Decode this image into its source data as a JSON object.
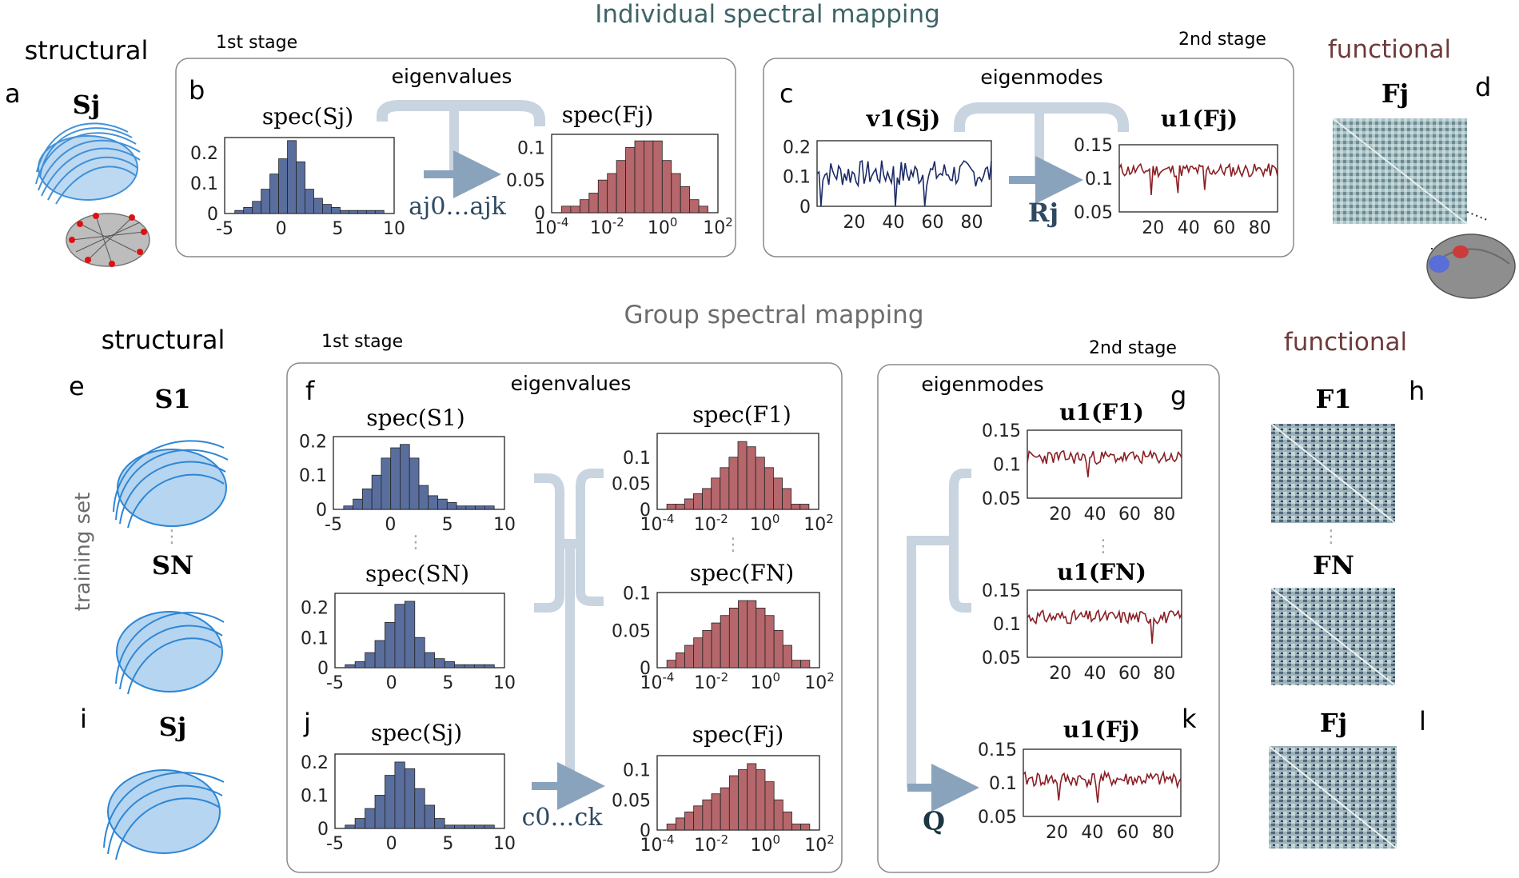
{
  "colors": {
    "individual_title": "#3d6468",
    "group_title": "#6c6c6c",
    "functional_label": "#6e3b3b",
    "panel_border": "#8a8a8a",
    "hist_blue": "#5a6e9e",
    "hist_red": "#b5676c",
    "line_blue": "#1c2b66",
    "line_red": "#8a1f24",
    "bracket": "#c8d4e0",
    "arrow": "#8aa3bc",
    "fiber_blue": "#2e86d4"
  },
  "individual": {
    "title": "Individual spectral mapping",
    "structural": "structural",
    "functional": "functional",
    "stage1": "1st stage",
    "stage2": "2nd stage",
    "eigenvalues": "eigenvalues",
    "eigenmodes": "eigenmodes",
    "letters": {
      "a": "a",
      "b": "b",
      "c": "c",
      "d": "d"
    },
    "S_label": "Sj",
    "F_label": "Fj",
    "spec_S": "spec(Sj)",
    "spec_F": "spec(Fj)",
    "v_title": "v1(Sj)",
    "u_title": "u1(Fj)",
    "a_coeffs": "aj0…ajk",
    "R_label": "Rj"
  },
  "group": {
    "title": "Group spectral mapping",
    "structural": "structural",
    "functional": "functional",
    "stage1": "1st stage",
    "stage2": "2nd stage",
    "eigenvalues": "eigenvalues",
    "eigenmodes": "eigenmodes",
    "training_set": "training set",
    "letters": {
      "e": "e",
      "f": "f",
      "g": "g",
      "h": "h",
      "i": "i",
      "j": "j",
      "k": "k",
      "l": "l"
    },
    "S1": "S1",
    "SN": "SN",
    "Sj": "Sj",
    "F1": "F1",
    "FN": "FN",
    "Fj": "Fj",
    "spec_S1": "spec(S1)",
    "spec_SN": "spec(SN)",
    "spec_Sj": "spec(Sj)",
    "spec_F1": "spec(F1)",
    "spec_FN": "spec(FN)",
    "spec_Fj": "spec(Fj)",
    "u1_F1": "u1(F1)",
    "u1_FN": "u1(FN)",
    "u1_Fj": "u1(Fj)",
    "c_coeffs": "c0…ck",
    "Q_label": "Q"
  },
  "chart_data": [
    {
      "id": "spec-Sj-individual",
      "type": "bar",
      "title": "spec(Sj)",
      "x": [
        -3.5,
        -2.5,
        -2,
        -1.5,
        -1,
        -0.5,
        0,
        0.5,
        1,
        1.5,
        2,
        2.5,
        3,
        4,
        5,
        6,
        7.5
      ],
      "values": [
        0.01,
        0.02,
        0.04,
        0.08,
        0.13,
        0.18,
        0.24,
        0.17,
        0.08,
        0.05,
        0.03,
        0.02,
        0.01,
        0.01,
        0.01,
        0.01,
        0.01
      ],
      "xlim": [
        -5,
        10
      ],
      "ylim": [
        0,
        0.25
      ],
      "xticks": [
        "-5",
        "0",
        "5",
        "10"
      ],
      "yticks": [
        "0",
        "0.1",
        "0.2"
      ]
    },
    {
      "id": "spec-Fj-individual",
      "type": "bar",
      "title": "spec(Fj)",
      "values": [
        0.01,
        0.01,
        0.02,
        0.03,
        0.05,
        0.06,
        0.08,
        0.1,
        0.11,
        0.11,
        0.11,
        0.08,
        0.06,
        0.04,
        0.02,
        0.01
      ],
      "xscale": "log",
      "xticks": [
        "10-4",
        "10-2",
        "100",
        "102"
      ],
      "yticks": [
        "0",
        "0.05",
        "0.1"
      ],
      "ylim": [
        0,
        0.12
      ]
    },
    {
      "id": "v1-Sj",
      "type": "line",
      "title": "v1(Sj)",
      "xlim": [
        1,
        90
      ],
      "ylim": [
        0,
        0.22
      ],
      "xticks": [
        "20",
        "40",
        "60",
        "80"
      ],
      "yticks": [
        "0",
        "0.1",
        "0.2"
      ]
    },
    {
      "id": "u1-Fj-individual",
      "type": "line",
      "title": "u1(Fj)",
      "xlim": [
        1,
        90
      ],
      "ylim": [
        0.05,
        0.15
      ],
      "xticks": [
        "20",
        "40",
        "60",
        "80"
      ],
      "yticks": [
        "0.05",
        "0.1",
        "0.15"
      ]
    },
    {
      "id": "spec-S1",
      "type": "bar",
      "title": "spec(S1)",
      "values": [
        0.01,
        0.03,
        0.06,
        0.1,
        0.15,
        0.18,
        0.19,
        0.15,
        0.07,
        0.04,
        0.03,
        0.02,
        0.01,
        0.01,
        0.01,
        0.01
      ],
      "xticks": [
        "-5",
        "0",
        "5",
        "10"
      ],
      "yticks": [
        "0",
        "0.1",
        "0.2"
      ]
    },
    {
      "id": "spec-F1",
      "type": "bar",
      "title": "spec(F1)",
      "values": [
        0.01,
        0.01,
        0.02,
        0.03,
        0.04,
        0.06,
        0.08,
        0.1,
        0.13,
        0.12,
        0.1,
        0.08,
        0.06,
        0.04,
        0.01,
        0.01
      ],
      "xscale": "log",
      "xticks": [
        "10-4",
        "10-2",
        "100",
        "102"
      ],
      "yticks": [
        "0",
        "0.05",
        "0.1"
      ]
    },
    {
      "id": "spec-SN",
      "type": "bar",
      "title": "spec(SN)",
      "values": [
        0.01,
        0.02,
        0.05,
        0.09,
        0.15,
        0.21,
        0.22,
        0.1,
        0.05,
        0.03,
        0.02,
        0.01,
        0.01,
        0.01,
        0.01
      ],
      "xticks": [
        "-5",
        "0",
        "5",
        "10"
      ],
      "yticks": [
        "0",
        "0.1",
        "0.2"
      ]
    },
    {
      "id": "spec-FN",
      "type": "bar",
      "title": "spec(FN)",
      "values": [
        0.01,
        0.02,
        0.03,
        0.04,
        0.05,
        0.06,
        0.07,
        0.08,
        0.09,
        0.09,
        0.08,
        0.07,
        0.05,
        0.03,
        0.01,
        0.01
      ],
      "xscale": "log",
      "xticks": [
        "10-4",
        "10-2",
        "100",
        "102"
      ],
      "yticks": [
        "0",
        "0.05",
        "0.1"
      ]
    },
    {
      "id": "spec-Sj-group",
      "type": "bar",
      "title": "spec(Sj)",
      "values": [
        0.01,
        0.03,
        0.06,
        0.1,
        0.16,
        0.2,
        0.18,
        0.12,
        0.07,
        0.03,
        0.01,
        0.01,
        0.01,
        0.01,
        0.01
      ],
      "xticks": [
        "-5",
        "0",
        "5",
        "10"
      ],
      "yticks": [
        "0",
        "0.1",
        "0.2"
      ]
    },
    {
      "id": "spec-Fj-group",
      "type": "bar",
      "title": "spec(Fj)",
      "values": [
        0.01,
        0.02,
        0.03,
        0.04,
        0.05,
        0.06,
        0.07,
        0.09,
        0.1,
        0.11,
        0.1,
        0.08,
        0.05,
        0.03,
        0.01,
        0.01
      ],
      "xscale": "log",
      "xticks": [
        "10-4",
        "10-2",
        "100",
        "102"
      ],
      "yticks": [
        "0",
        "0.05",
        "0.1"
      ]
    },
    {
      "id": "u1-F1",
      "type": "line",
      "title": "u1(F1)",
      "xticks": [
        "20",
        "40",
        "60",
        "80"
      ],
      "yticks": [
        "0.05",
        "0.1",
        "0.15"
      ],
      "ylim": [
        0.05,
        0.15
      ]
    },
    {
      "id": "u1-FN",
      "type": "line",
      "title": "u1(FN)",
      "xticks": [
        "20",
        "40",
        "60",
        "80"
      ],
      "yticks": [
        "0.05",
        "0.1",
        "0.15"
      ],
      "ylim": [
        0.05,
        0.15
      ]
    },
    {
      "id": "u1-Fj-group",
      "type": "line",
      "title": "u1(Fj)",
      "xticks": [
        "20",
        "40",
        "60",
        "80"
      ],
      "yticks": [
        "0.05",
        "0.1",
        "0.15"
      ],
      "ylim": [
        0.05,
        0.15
      ]
    }
  ]
}
